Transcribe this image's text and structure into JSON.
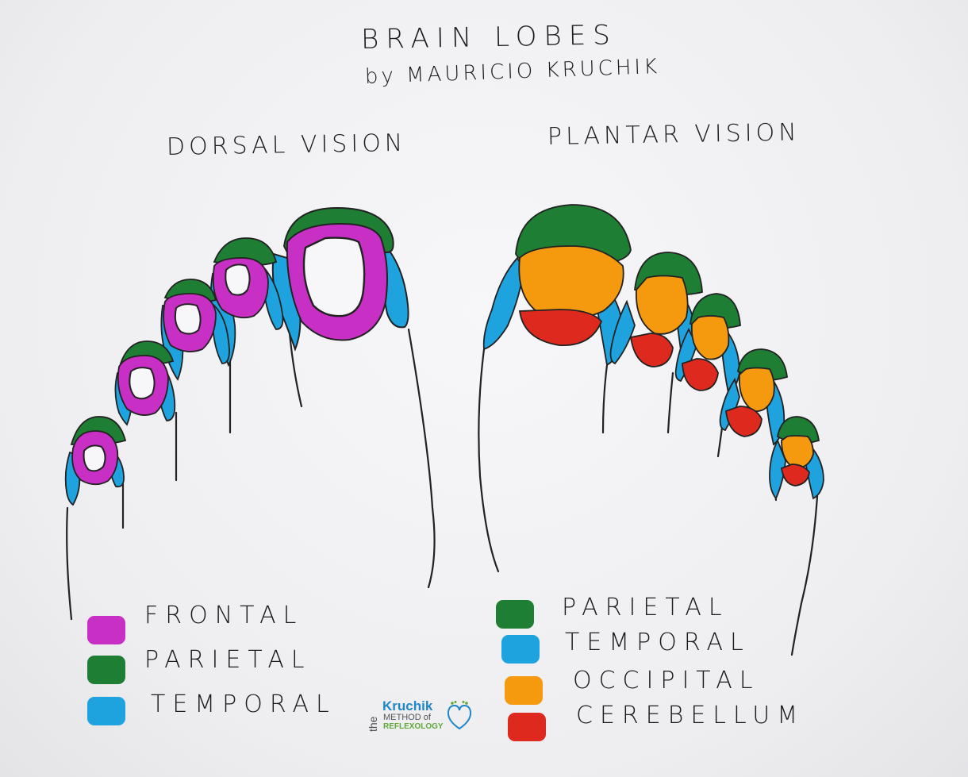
{
  "title": "BRAIN LOBES",
  "subtitle": "by MAURICIO KRUCHIK",
  "dorsal": {
    "label": "DORSAL VISION",
    "legend": [
      {
        "name": "FRONTAL",
        "color": "#c82fc4"
      },
      {
        "name": "PARIETAL",
        "color": "#1e7e34"
      },
      {
        "name": "TEMPORAL",
        "color": "#1fa3df"
      }
    ]
  },
  "plantar": {
    "label": "PLANTAR VISION",
    "legend": [
      {
        "name": "PARIETAL",
        "color": "#1e7e34"
      },
      {
        "name": "TEMPORAL",
        "color": "#1fa3df"
      },
      {
        "name": "OCCIPITAL",
        "color": "#f59a0f"
      },
      {
        "name": "CEREBELLUM",
        "color": "#de2a1e"
      }
    ]
  },
  "logo": {
    "the": "the",
    "brand": "Kruchik",
    "method": "METHOD of",
    "reflexology": "REFLEXOLOGY"
  }
}
